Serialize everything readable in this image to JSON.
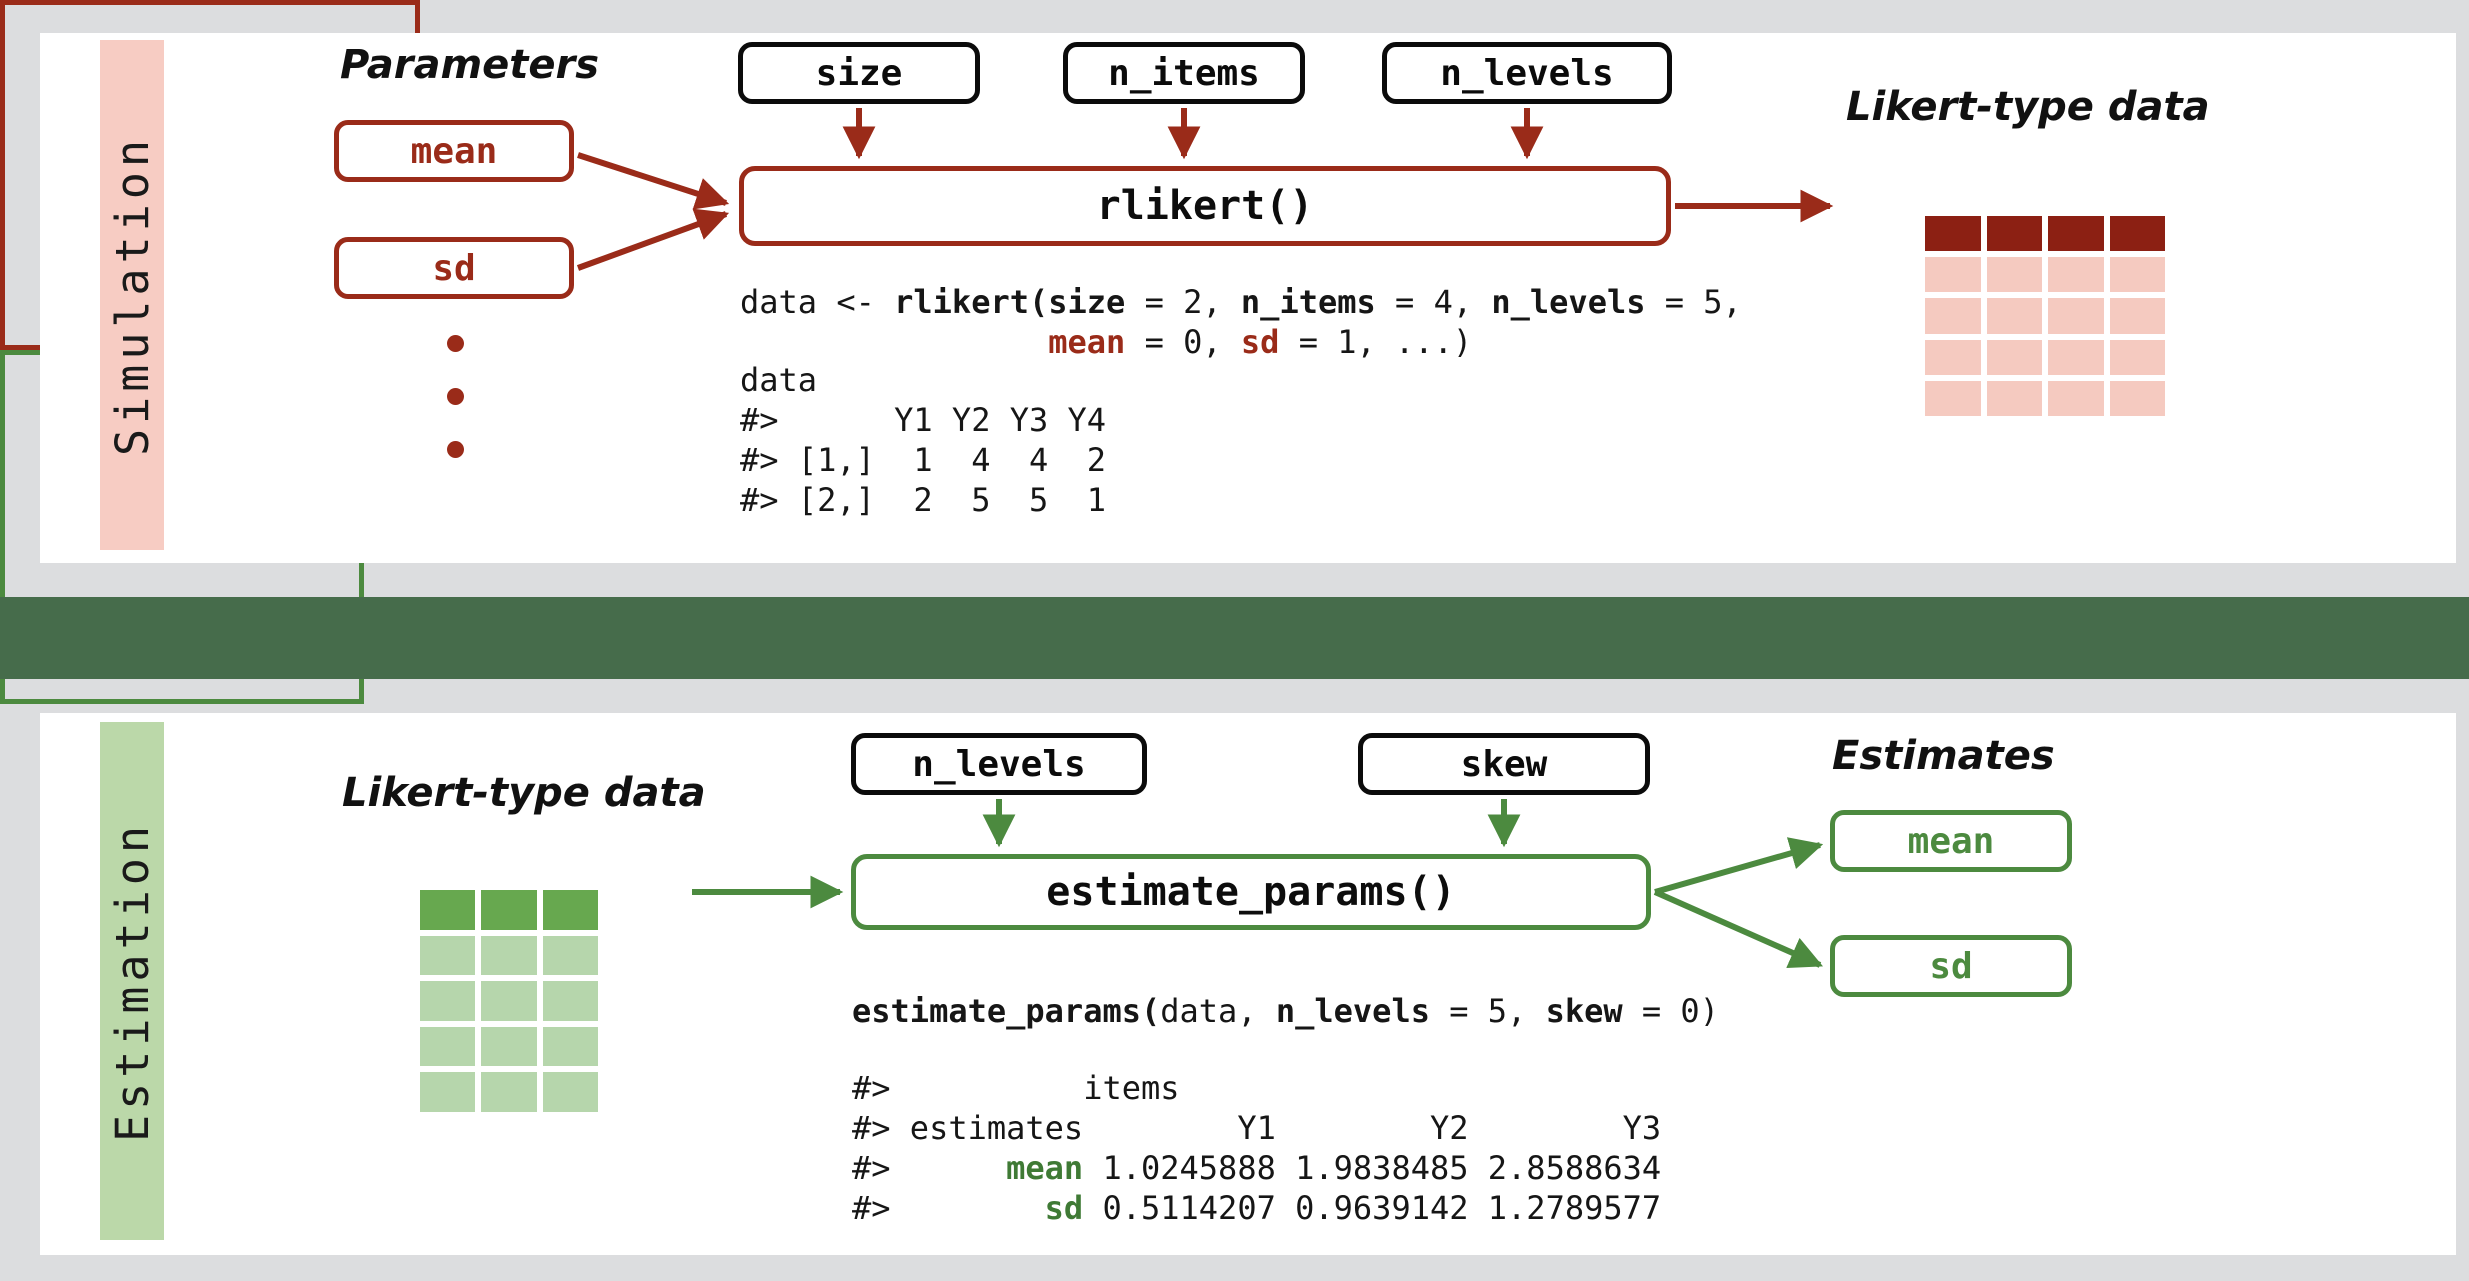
{
  "colors": {
    "page_background": "#dcdddf",
    "panel_background": "#ffffff",
    "band_green": "#466c4b",
    "sim_accent": "#9a2b19",
    "sim_sidebar": "#f7ccc3",
    "sim_cell_dark": "#8c2013",
    "sim_cell_light": "#f5cac0",
    "est_accent": "#4c8a3f",
    "est_sidebar": "#bbd8a9",
    "est_cell_dark": "#67a84f",
    "est_cell_light": "#b6d6ac",
    "box_black": "#0b0b0b"
  },
  "simulation": {
    "side_label": "Simulation",
    "parameters_heading": "Parameters",
    "parameter_boxes": [
      {
        "label": "mean"
      },
      {
        "label": "sd"
      }
    ],
    "ellipsis_dots": 3,
    "argument_boxes": [
      {
        "label": "size"
      },
      {
        "label": "n_items"
      },
      {
        "label": "n_levels"
      }
    ],
    "function_box": {
      "label": "rlikert()"
    },
    "output_heading": "Likert-type data",
    "output_grid": {
      "columns": 4,
      "rows": 5,
      "header_row_color": "#8c2013",
      "body_color": "#f5cac0"
    },
    "code": {
      "line1_pre": "data <- ",
      "line1_fn": "rlikert(",
      "line1_arg1": "size",
      "line1_v1": " = 2, ",
      "line1_arg2": "n_items",
      "line1_v2": " = 4, ",
      "line1_arg3": "n_levels",
      "line1_v3": " = 5,",
      "line2_indent": "                ",
      "line2_arg1": "mean",
      "line2_v1": " = 0, ",
      "line2_arg2": "sd",
      "line2_v2": " = 1, ...)",
      "line3": "data",
      "line4": "#>      Y1 Y2 Y3 Y4",
      "line5": "#> [1,]  1  4  4  2",
      "line6": "#> [2,]  2  5  5  1"
    }
  },
  "estimation": {
    "side_label": "Estimation",
    "input_heading": "Likert-type data",
    "input_grid": {
      "columns": 3,
      "rows": 5,
      "header_row_color": "#67a84f",
      "body_color": "#b6d6ac"
    },
    "argument_boxes": [
      {
        "label": "n_levels"
      },
      {
        "label": "skew"
      }
    ],
    "function_box": {
      "label": "estimate_params()"
    },
    "output_heading": "Estimates",
    "estimate_boxes": [
      {
        "label": "mean"
      },
      {
        "label": "sd"
      }
    ],
    "code": {
      "line1_fn": "estimate_params(",
      "line1_a": "data",
      "line1_b": ", ",
      "line1_arg1": "n_levels",
      "line1_v1": " = 5, ",
      "line1_arg2": "skew",
      "line1_v2": " = 0)",
      "line3": "#>          items",
      "line4": "#> estimates        Y1        Y2        Y3",
      "line5_pre": "#>      ",
      "line5_kw": "mean",
      "line5_vals": " 1.0245888 1.9838485 2.8588634",
      "line6_pre": "#>        ",
      "line6_kw": "sd",
      "line6_vals": " 0.5114207 0.9639142 1.2789577"
    }
  }
}
